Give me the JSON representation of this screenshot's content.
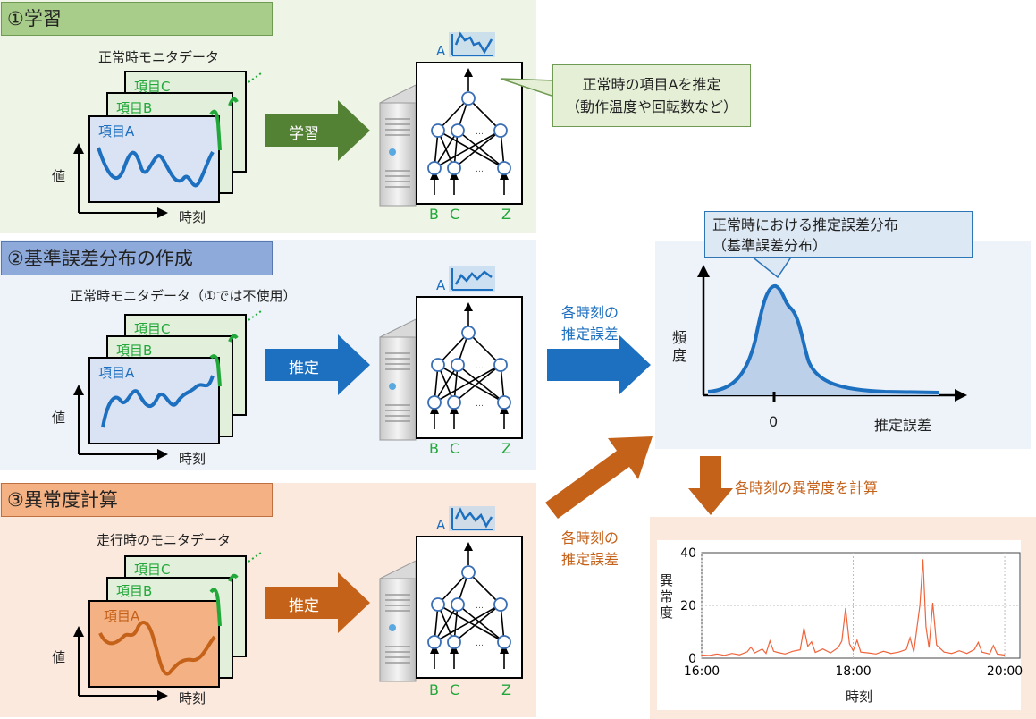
{
  "sections": {
    "learn": {
      "title": "①学習",
      "data_label": "正常時モニタデータ",
      "items": [
        "項目C",
        "項目B",
        "項目A"
      ],
      "y_axis": "値",
      "x_axis": "時刻",
      "arrow_label": "学習",
      "output_label": "A",
      "inputs": [
        "B",
        "C",
        "Z"
      ],
      "callout_lines": [
        "正常時の項目Aを推定",
        "（動作温度や回転数など）"
      ]
    },
    "baseline": {
      "title": "②基準誤差分布の作成",
      "data_label": "正常時モニタデータ（①では不使用）",
      "items": [
        "項目C",
        "項目B",
        "項目A"
      ],
      "y_axis": "値",
      "x_axis": "時刻",
      "arrow_label": "推定",
      "output_label": "A",
      "inputs": [
        "B",
        "C",
        "Z"
      ],
      "side_label_lines": [
        "各時刻の",
        "推定誤差"
      ]
    },
    "anomaly": {
      "title": "③異常度計算",
      "data_label": "走行時のモニタデータ",
      "items": [
        "項目C",
        "項目B",
        "項目A"
      ],
      "y_axis": "値",
      "x_axis": "時刻",
      "arrow_label": "推定",
      "output_label": "A",
      "inputs": [
        "B",
        "C",
        "Z"
      ],
      "side_label_lines": [
        "各時刻の",
        "推定誤差"
      ]
    }
  },
  "distribution": {
    "callout_lines": [
      "正常時における推定誤差分布",
      "（基準誤差分布）"
    ],
    "y_axis": "頻度",
    "x_axis": "推定誤差",
    "zero_label": "0"
  },
  "compute_label": "各時刻の異常度を計算",
  "chart_data": {
    "type": "line",
    "title": "",
    "xlabel": "時刻",
    "ylabel": "異常度",
    "xlim": [
      16.0,
      20.2
    ],
    "ylim": [
      0,
      40
    ],
    "xticks": [
      "16:00",
      "18:00",
      "20:00"
    ],
    "yticks": [
      "0",
      "20",
      "40"
    ],
    "grid": true,
    "series": [
      {
        "values": [
          [
            16.0,
            1.2
          ],
          [
            16.1,
            1.0
          ],
          [
            16.2,
            1.6
          ],
          [
            16.3,
            1.1
          ],
          [
            16.4,
            1.8
          ],
          [
            16.5,
            1.3
          ],
          [
            16.6,
            2.4
          ],
          [
            16.65,
            4.2
          ],
          [
            16.7,
            2.0
          ],
          [
            16.8,
            3.5
          ],
          [
            16.85,
            1.8
          ],
          [
            16.9,
            6.5
          ],
          [
            16.95,
            2.6
          ],
          [
            17.0,
            2.2
          ],
          [
            17.1,
            1.6
          ],
          [
            17.2,
            2.6
          ],
          [
            17.3,
            3.2
          ],
          [
            17.35,
            11.5
          ],
          [
            17.4,
            4.5
          ],
          [
            17.45,
            6.2
          ],
          [
            17.5,
            2.2
          ],
          [
            17.6,
            3.5
          ],
          [
            17.7,
            2.0
          ],
          [
            17.8,
            4.0
          ],
          [
            17.85,
            6.5
          ],
          [
            17.9,
            19.0
          ],
          [
            17.95,
            5.5
          ],
          [
            18.0,
            2.8
          ],
          [
            18.05,
            6.8
          ],
          [
            18.1,
            2.3
          ],
          [
            18.2,
            2.0
          ],
          [
            18.3,
            1.6
          ],
          [
            18.4,
            2.6
          ],
          [
            18.5,
            1.8
          ],
          [
            18.6,
            2.3
          ],
          [
            18.7,
            3.3
          ],
          [
            18.75,
            7.8
          ],
          [
            18.8,
            2.3
          ],
          [
            18.88,
            20.0
          ],
          [
            18.92,
            37.5
          ],
          [
            18.96,
            12.0
          ],
          [
            19.0,
            4.0
          ],
          [
            19.05,
            21.0
          ],
          [
            19.1,
            5.0
          ],
          [
            19.2,
            2.3
          ],
          [
            19.3,
            1.8
          ],
          [
            19.4,
            2.8
          ],
          [
            19.5,
            1.8
          ],
          [
            19.6,
            3.3
          ],
          [
            19.65,
            6.0
          ],
          [
            19.7,
            2.3
          ],
          [
            19.8,
            1.6
          ],
          [
            19.85,
            4.8
          ],
          [
            19.9,
            1.6
          ],
          [
            20.0,
            1.2
          ]
        ]
      }
    ]
  },
  "colors": {
    "green": "#22a83a",
    "blue": "#1d6fbf",
    "orange": "#c5621a",
    "learn_arrow": "#548235",
    "estimate_arrow": "#1d6fbf",
    "anomaly_arrow": "#c5621a",
    "anomaly_line": "#f0643c"
  },
  "icons": [
    "server-icon",
    "neural-network-icon"
  ]
}
